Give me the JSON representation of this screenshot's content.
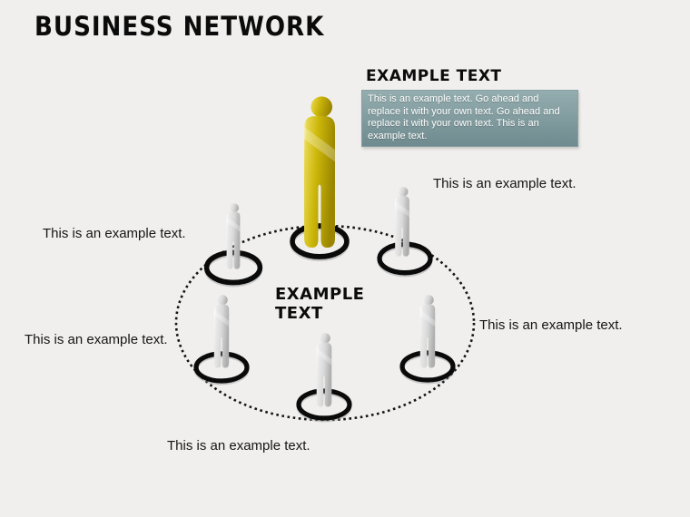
{
  "slide": {
    "title": "BUSINESS NETWORK",
    "background_color": "#f0efee"
  },
  "callout": {
    "heading": "EXAMPLE TEXT",
    "body": "This is an example text. Go ahead and replace it with your own text. Go ahead and replace it with your own text. This is an example text.",
    "box_color_top": "#94adaf",
    "box_color_bottom": "#6f8b8f",
    "text_color": "#ffffff"
  },
  "network": {
    "center_label": "EXAMPLE\nTEXT",
    "center_person_color": "#c9b40b",
    "member_person_color": "#d6d6d6",
    "ring_color": "#0a0a0a",
    "orbit_style": "dotted-ellipse",
    "members": [
      {
        "id": "top-left",
        "label": "This is an example text."
      },
      {
        "id": "top-right",
        "label": "This is an example text."
      },
      {
        "id": "left",
        "label": "This is an example text."
      },
      {
        "id": "right",
        "label": "This is an example text."
      },
      {
        "id": "bottom",
        "label": "This is an example text."
      }
    ]
  }
}
